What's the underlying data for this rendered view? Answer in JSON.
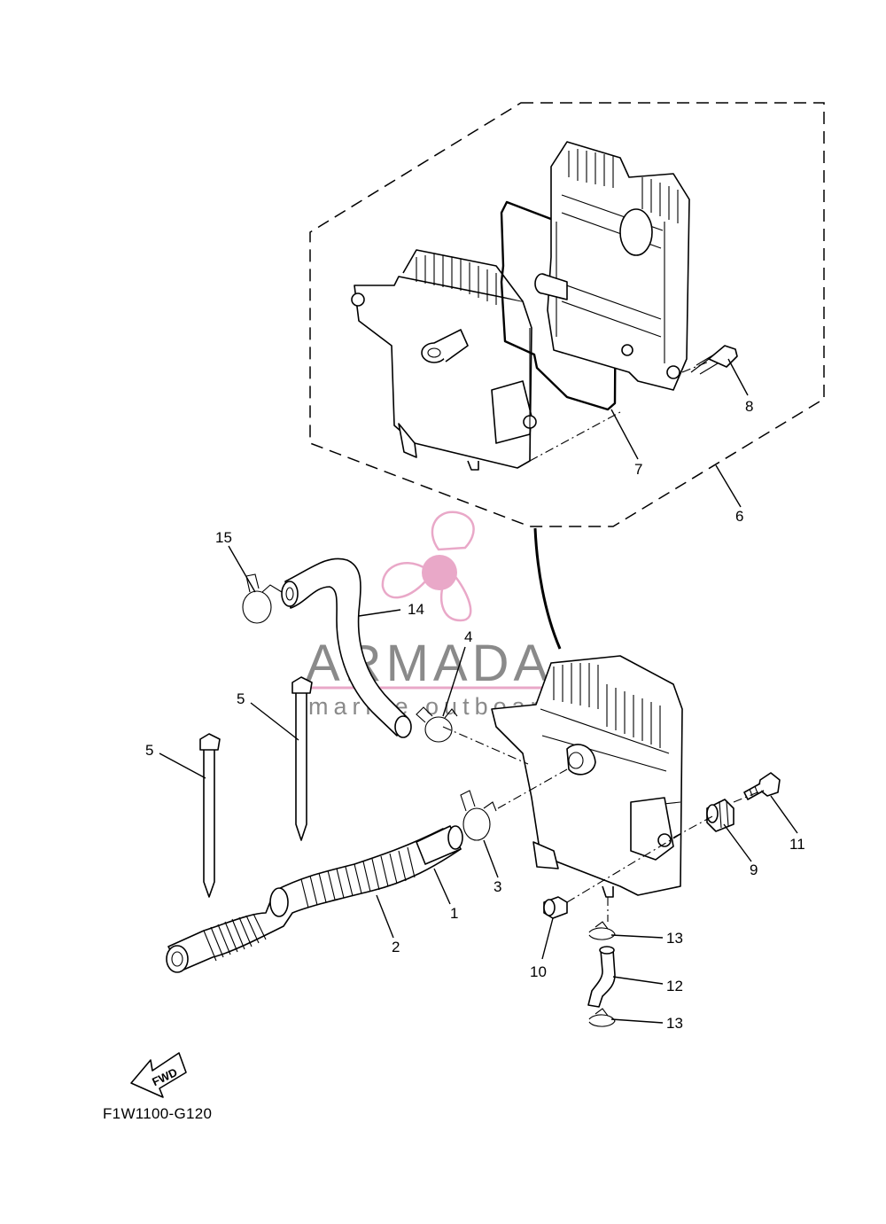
{
  "diagram": {
    "code": "F1W1100-G120",
    "fwd_label": "FWD",
    "callouts": [
      {
        "id": "c1",
        "num": "1"
      },
      {
        "id": "c2",
        "num": "2"
      },
      {
        "id": "c3",
        "num": "3"
      },
      {
        "id": "c4",
        "num": "4"
      },
      {
        "id": "c5a",
        "num": "5"
      },
      {
        "id": "c5b",
        "num": "5"
      },
      {
        "id": "c6",
        "num": "6"
      },
      {
        "id": "c7",
        "num": "7"
      },
      {
        "id": "c8",
        "num": "8"
      },
      {
        "id": "c9",
        "num": "9"
      },
      {
        "id": "c10",
        "num": "10"
      },
      {
        "id": "c11",
        "num": "11"
      },
      {
        "id": "c12",
        "num": "12"
      },
      {
        "id": "c13a",
        "num": "13"
      },
      {
        "id": "c13b",
        "num": "13"
      },
      {
        "id": "c14",
        "num": "14"
      },
      {
        "id": "c15",
        "num": "15"
      }
    ]
  },
  "watermark": {
    "title": "ARMADA",
    "subtitle": "marine outboards",
    "logo_icon": "propeller-icon",
    "colors": {
      "pink": "#e9a8c8",
      "gray": "#8a8a8a"
    }
  }
}
